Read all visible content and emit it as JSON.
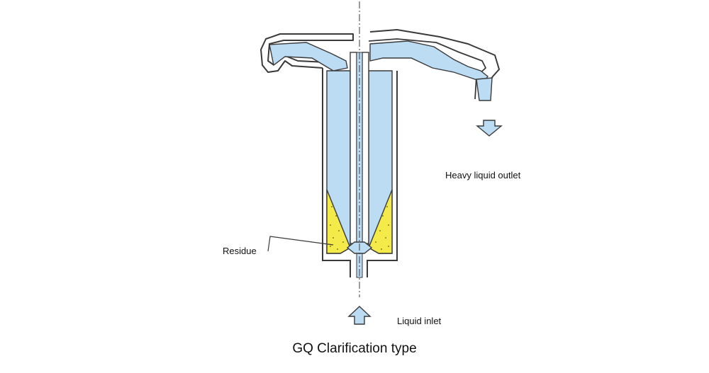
{
  "title": "GQ Clarification type",
  "labels": {
    "heavy_liquid_outlet": "Heavy liquid outlet",
    "residue": "Residue",
    "liquid_inlet": "Liquid inlet"
  },
  "colors": {
    "liquid": "#bcdcf4",
    "residue": "#f4ea4a",
    "outline": "#3a3a3a",
    "background": "#ffffff"
  }
}
